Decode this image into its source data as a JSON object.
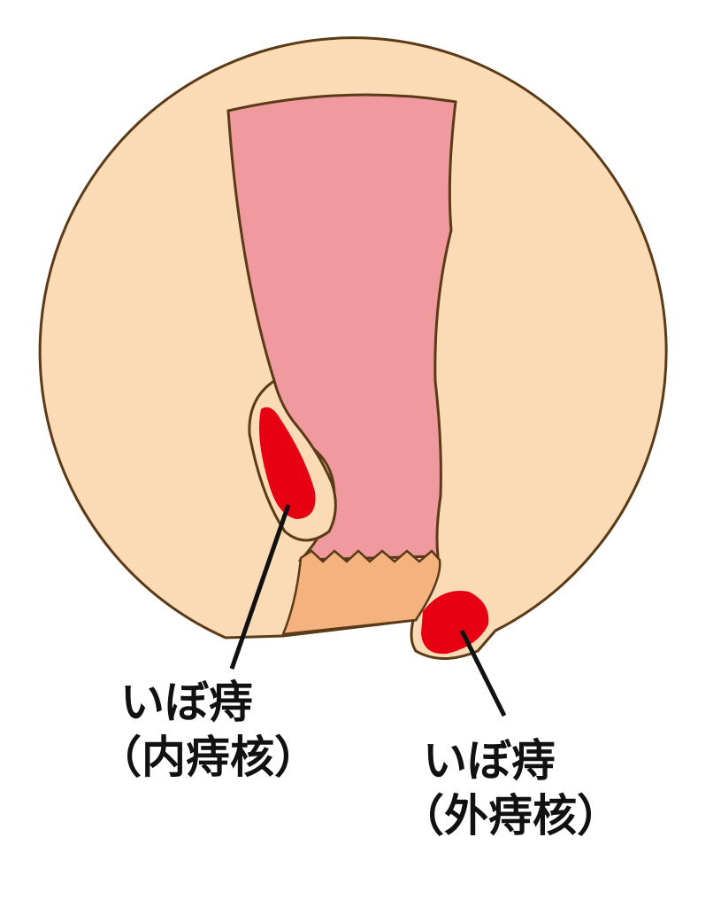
{
  "labels": {
    "internal": {
      "line1": "いぼ痔",
      "line2": "（内痔核）"
    },
    "external": {
      "line1": "いぼ痔",
      "line2": "（外痔核）"
    }
  },
  "colors": {
    "skin": "#FADBB6",
    "canal": "#F09AA0",
    "hemorrhoid": "#E60012",
    "anal_skin": "#F4B27F",
    "outline": "#5B3A17"
  }
}
